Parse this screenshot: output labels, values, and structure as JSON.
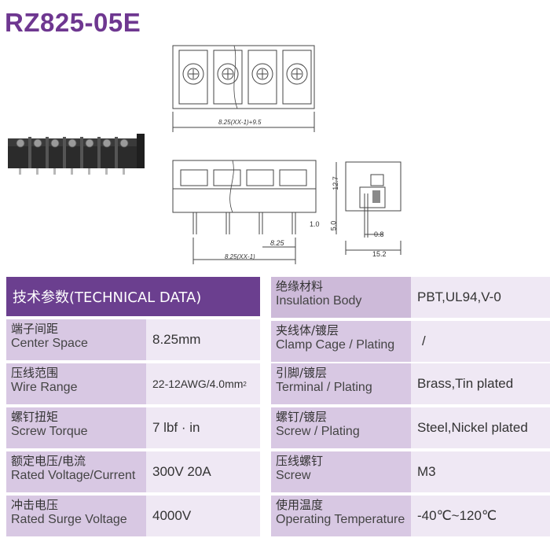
{
  "title": "RZ825-05E",
  "dims": {
    "top_width": "8.25(XX-1)+9.5",
    "pitch": "8.25",
    "bottom_width": "8.25(XX-1)",
    "pin_offset": "1.0",
    "side_height": "12.7",
    "pin_length": "5.0",
    "pin_dia": "0.8",
    "depth": "15.2"
  },
  "table": {
    "header": "技术参数(TECHNICAL DATA)",
    "left_rows": [
      {
        "zh": "端子间距",
        "en": "Center Space",
        "value": "8.25mm"
      },
      {
        "zh": "压线范围",
        "en": "Wire Range",
        "value": "22-12AWG/4.0mm",
        "value_sup": "2"
      },
      {
        "zh": "螺钉扭矩",
        "en": "Screw Torque",
        "value": "7 lbf · in"
      },
      {
        "zh": "额定电压/电流",
        "en": "Rated Voltage/Current",
        "value": "300V 20A"
      },
      {
        "zh": "冲击电压",
        "en": "Rated Surge Voltage",
        "value": "4000V"
      }
    ],
    "right_rows": [
      {
        "zh": "绝缘材料",
        "en": "Insulation Body",
        "value": "PBT,UL94,V-0"
      },
      {
        "zh": "夹线体/镀层",
        "en": "Clamp Cage / Plating",
        "value": "/"
      },
      {
        "zh": "引脚/镀层",
        "en": "Terminal / Plating",
        "value": "Brass,Tin plated"
      },
      {
        "zh": "螺钉/镀层",
        "en": "Screw / Plating",
        "value": "Steel,Nickel plated"
      },
      {
        "zh": "压线螺钉",
        "en": "Screw",
        "value": "M3"
      },
      {
        "zh": "使用温度",
        "en": "Operating Temperature",
        "value": "-40℃~120℃"
      }
    ]
  },
  "colors": {
    "title": "#6e3790",
    "header_bg": "#6b3f8f",
    "label_bg": "#d4c4df",
    "label_bg_alt": "#cbb8d8",
    "value_bg": "#eae2f0"
  }
}
